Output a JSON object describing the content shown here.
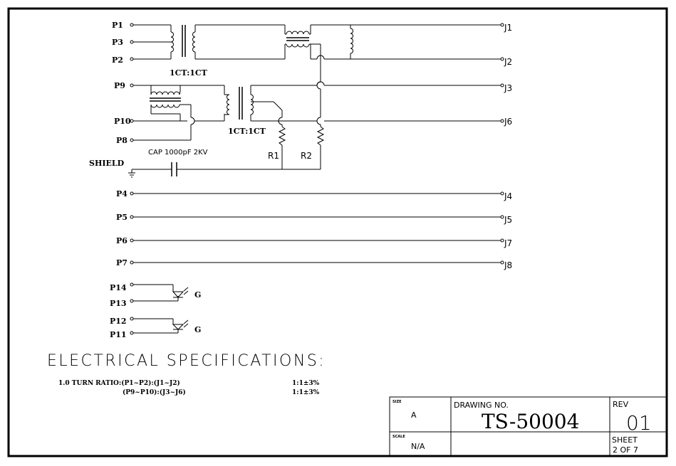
{
  "schematic": {
    "pins_left": {
      "p1": "P1",
      "p3": "P3",
      "p2": "P2",
      "p9": "P9",
      "p10": "P10",
      "p8": "P8",
      "p4": "P4",
      "p5": "P5",
      "p6": "P6",
      "p7": "P7",
      "p14": "P14",
      "p13": "P13",
      "p12": "P12",
      "p11": "P11"
    },
    "pins_right": {
      "j1": "J1",
      "j2": "J2",
      "j3": "J3",
      "j6": "J6",
      "j4": "J4",
      "j5": "J5",
      "j7": "J7",
      "j8": "J8"
    },
    "shield_label": "SHIELD",
    "transformer1_ratio": "1CT:1CT",
    "transformer2_ratio": "1CT:1CT",
    "capacitor_label": "CAP 1000pF 2KV",
    "r1_label": "R1",
    "r2_label": "R2",
    "led1_label": "G",
    "led2_label": "G"
  },
  "specifications": {
    "title": "ELECTRICAL SPECIFICATIONS:",
    "line1_text": "1.0 TURN RATIO:(P1~P2):(J1~J2)",
    "line1_value": "1:1±3%",
    "line2_text": "(P9~P10):(J3~J6)",
    "line2_value": "1:1±3%"
  },
  "title_block": {
    "size_caption": "SIZE",
    "size_value": "A",
    "drawing_caption": "DRAWING NO.",
    "drawing_no": "TS-50004",
    "rev_caption": "REV",
    "rev_value": "01",
    "scale_caption": "SCALE",
    "scale_value": "N/A",
    "sheet_caption": "SHEET",
    "sheet_value": "2 OF 7"
  }
}
